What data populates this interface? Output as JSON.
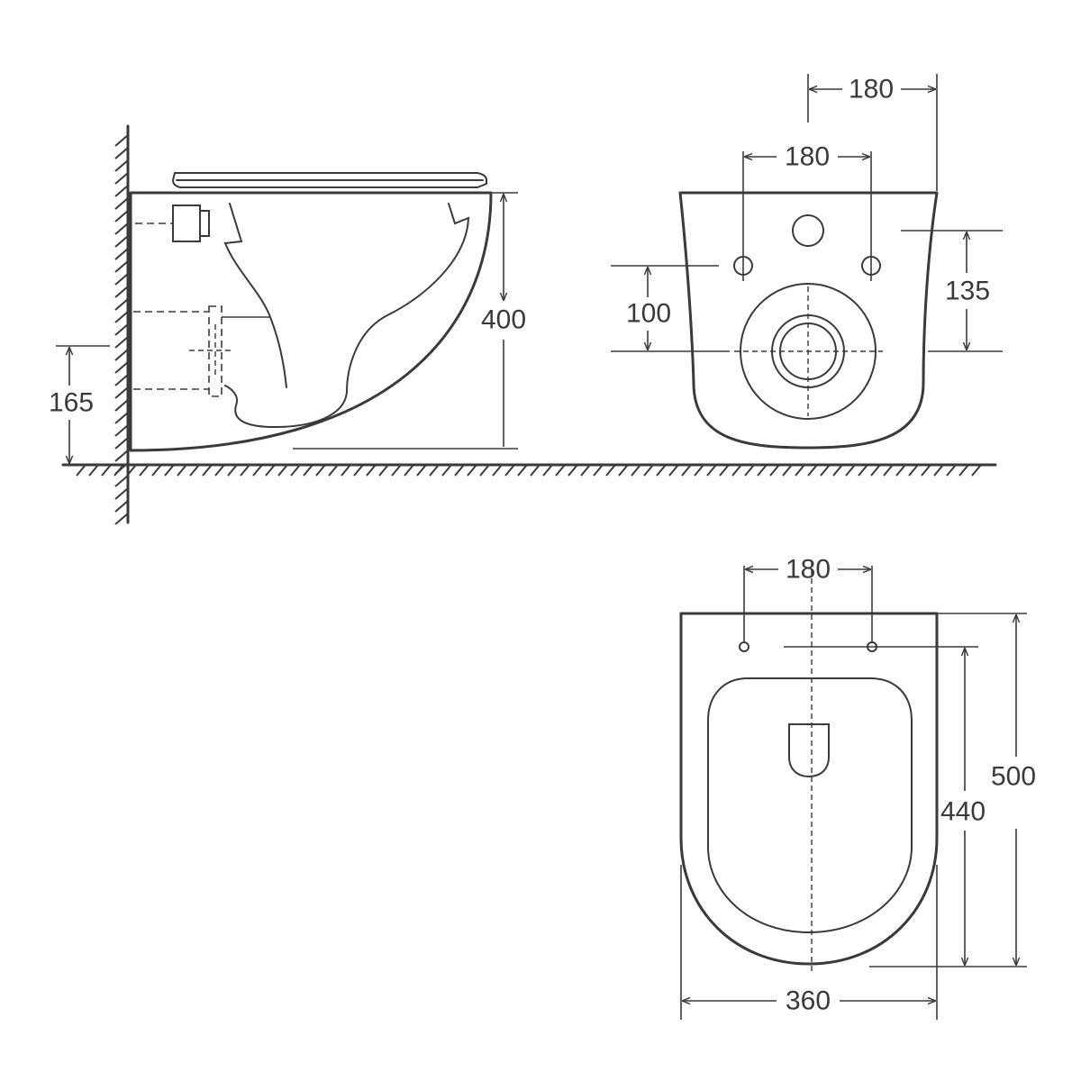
{
  "dimensions": {
    "side_view": {
      "height": "400",
      "outlet_height": "165"
    },
    "front_view": {
      "top_width": "180",
      "bolt_spacing": "180",
      "bolt_height": "100",
      "inlet_height": "135"
    },
    "top_view": {
      "bolt_spacing": "180",
      "width": "360",
      "length": "500",
      "seat_length": "440"
    }
  }
}
